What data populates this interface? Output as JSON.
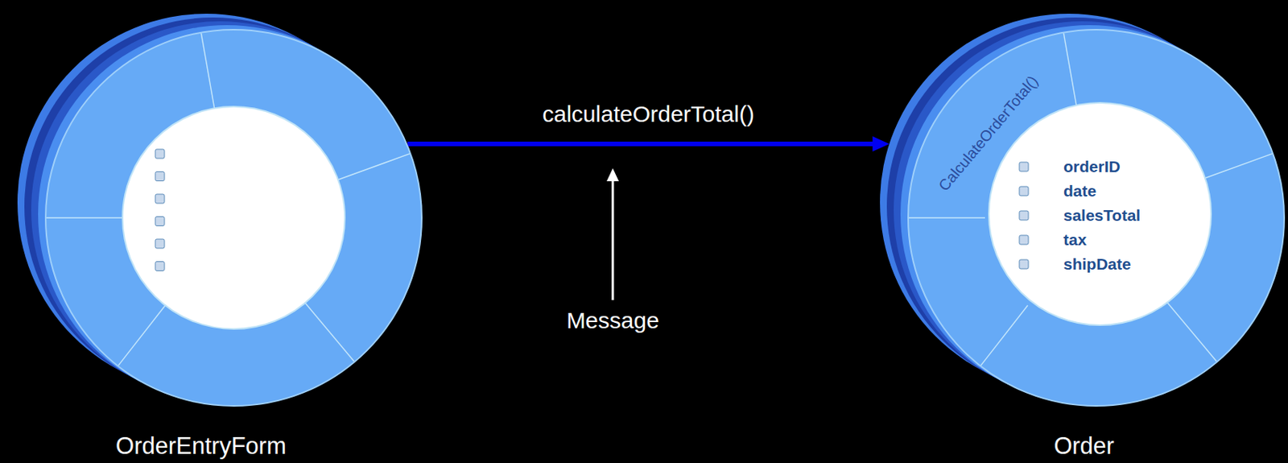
{
  "diagram": {
    "nodes": [
      {
        "text": [
          "OrderEntryForm"
        ]
      },
      {
        "text": [
          "Order",
          "CalculateOrderTotal()"
        ]
      },
      {
        "text": [
          "orderID",
          "date",
          "salesTotal",
          "tax",
          "shipDate"
        ],
        "in": 1
      }
    ],
    "edges": [
      {
        "from": 0,
        "to": 1,
        "label": "calculateOrderTotal()",
        "arrow": "to"
      }
    ],
    "labels": [
      "Message"
    ]
  }
}
